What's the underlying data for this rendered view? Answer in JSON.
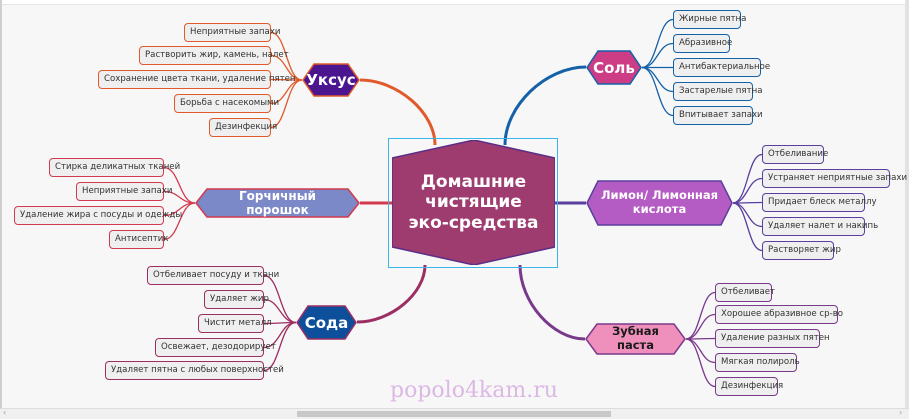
{
  "central": {
    "title": "Домашние чистящие эко-средства",
    "color": "#9e3b6f"
  },
  "topics": [
    {
      "id": "vinegar",
      "label": "Уксус",
      "fill": "#4b1590",
      "line": "#e05a2b",
      "text": "#ffffff",
      "leaves": [
        "Неприятные запахи",
        "Растворить жир, камень, налет",
        "Сохранение цвета ткани, удаление пятен",
        "Борьба с насекомыми",
        "Дезинфекция"
      ]
    },
    {
      "id": "mustard",
      "label": "Горчичный порошок",
      "fill": "#7b89c9",
      "line": "#d23a4e",
      "text": "#ffffff",
      "leaves": [
        "Стирка деликатных тканей",
        "Неприятные запахи",
        "Удаление жира с посуды и одежды",
        "Антисептик"
      ]
    },
    {
      "id": "soda",
      "label": "Сода",
      "fill": "#0d4f9b",
      "line": "#9c2f62",
      "text": "#ffffff",
      "leaves": [
        "Отбеливает посуду и ткани",
        "Удаляет жир",
        "Чистит металл",
        "Освежает, дезодорирует",
        "Удаляет пятна с любых поверхностей"
      ]
    },
    {
      "id": "salt",
      "label": "Соль",
      "fill": "#cc3d86",
      "line": "#1461a8",
      "text": "#ffffff",
      "leaves": [
        "Жирные пятна",
        "Абразивное",
        "Антибактериальное",
        "Застарелые пятна",
        "Впитывает запахи"
      ]
    },
    {
      "id": "lemon",
      "label": "Лимон/ Лимонная кислота",
      "fill": "#b55cc4",
      "line": "#5a3f9e",
      "text": "#ffffff",
      "leaves": [
        "Отбеливание",
        "Устраняет неприятные запахи",
        "Придает блеск металлу",
        "Удаляет налет и накипь",
        "Растворяет жир"
      ]
    },
    {
      "id": "toothpaste",
      "label": "Зубная паста",
      "fill": "#ee8fbc",
      "line": "#7a3a8c",
      "text": "#1a1a1a",
      "leaves": [
        "Отбеливает",
        "Хорошее абразивное ср-во",
        "Удаление разных пятен",
        "Мягкая полироль",
        "Дезинфекция"
      ]
    }
  ],
  "watermark": "popolo4kam.ru",
  "scrollbar": {
    "left_arrow": "‹",
    "right_arrow": "›"
  }
}
